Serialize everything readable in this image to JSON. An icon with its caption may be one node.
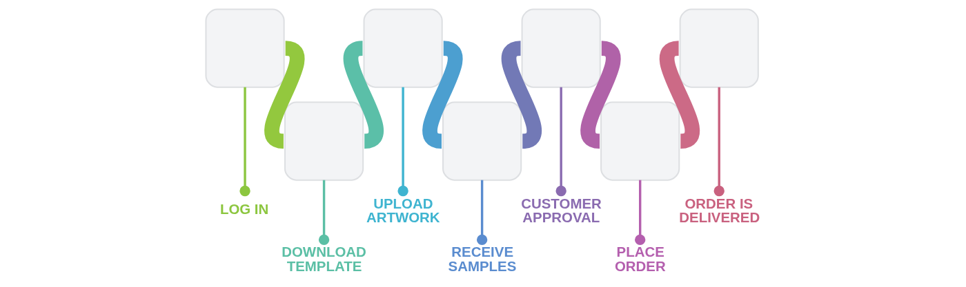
{
  "diagram": {
    "nodes": [
      {
        "text": [],
        "shape": "box"
      },
      {
        "text": [],
        "shape": "box"
      },
      {
        "text": [],
        "shape": "box"
      },
      {
        "text": [],
        "shape": "box"
      },
      {
        "text": [],
        "shape": "box"
      },
      {
        "text": [],
        "shape": "box"
      },
      {
        "text": [],
        "shape": "box"
      },
      {
        "text": [
          "LOG IN"
        ]
      },
      {
        "text": [
          "DOWNLOAD TEMPLATE"
        ]
      },
      {
        "text": [
          "UPLOAD ARTWORK"
        ]
      },
      {
        "text": [
          "RECEIVE SAMPLES"
        ]
      },
      {
        "text": [
          "CUSTOMER APPROVAL"
        ]
      },
      {
        "text": [
          "PLACE ORDER"
        ]
      },
      {
        "text": [
          "ORDER IS DELIVERED"
        ]
      }
    ],
    "edges": [
      {
        "from": 0,
        "to": 1,
        "arrow": "none",
        "style": "thick",
        "color": "#93c83e"
      },
      {
        "from": 1,
        "to": 2,
        "arrow": "none",
        "style": "thick",
        "color": "#5bbfa8"
      },
      {
        "from": 2,
        "to": 3,
        "arrow": "none",
        "style": "thick",
        "color": "#4c9fd0"
      },
      {
        "from": 3,
        "to": 4,
        "arrow": "none",
        "style": "thick",
        "color": "#7279b6"
      },
      {
        "from": 4,
        "to": 5,
        "arrow": "none",
        "style": "thick",
        "color": "#b062a8"
      },
      {
        "from": 5,
        "to": 6,
        "arrow": "none",
        "style": "thick",
        "color": "#cc6a86"
      },
      {
        "from": 0,
        "to": 7,
        "arrow": "other",
        "color": "#8cc63f"
      },
      {
        "from": 1,
        "to": 8,
        "arrow": "other",
        "color": "#5bbfa5"
      },
      {
        "from": 2,
        "to": 9,
        "arrow": "other",
        "color": "#3fb4d0"
      },
      {
        "from": 3,
        "to": 10,
        "arrow": "other",
        "color": "#5a8ccf"
      },
      {
        "from": 4,
        "to": 11,
        "arrow": "other",
        "color": "#8a6bb0"
      },
      {
        "from": 5,
        "to": 12,
        "arrow": "other",
        "color": "#b45fae"
      },
      {
        "from": 6,
        "to": 13,
        "arrow": "other",
        "color": "#c9617f"
      }
    ]
  }
}
